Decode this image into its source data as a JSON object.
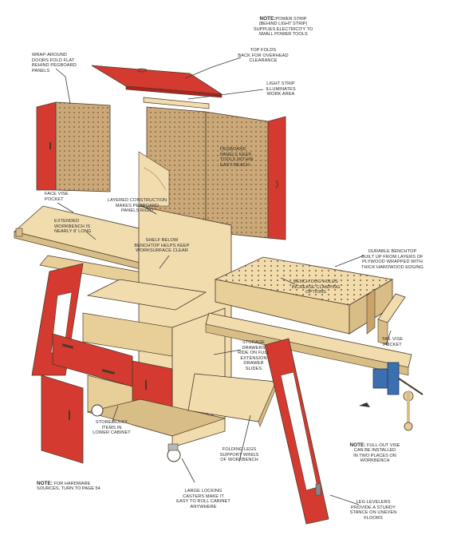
{
  "colors": {
    "red_panel": "#d43a2f",
    "red_dark": "#a8261f",
    "plywood": "#f1dcae",
    "plywood_edge": "#d9bd86",
    "pegboard": "#caa878",
    "pegboard_holes": "#7a5a36",
    "vise_blue": "#3b6fb0",
    "outline": "#4a3a2a"
  },
  "notes": [
    {
      "label": "NOTE:",
      "text": "POWER STRIP\n(BEHIND LIGHT STRIP)\nSUPPLIES ELECTRICITY TO\nSMALL POWER TOOLS"
    },
    {
      "label": "NOTE:",
      "text": " FOR HARDWARE\nSOURCES, TURN TO PAGE 54"
    },
    {
      "label": "NOTE:",
      "text": " FULL-OUT VISE\nCAN BE INSTALLED\nIN TWO PLACES ON\nWORKBENCH"
    }
  ],
  "callouts": {
    "wrap_around_doors": "WRAP-AROUND\nDOORS FOLD FLAT\nBEHIND PEGBOARD\nPANELS",
    "top_folds": "TOP FOLDS\nBACK FOR OVERHEAD\nCLEARANCE",
    "light_strip": "LIGHT STRIP\nILLUMINATES\nWORK AREA",
    "pegboard_panels": "PEGBOARD\nPANELS KEEP\nTOOLS WITHIN\nEASY REACH",
    "face_vise": "FACE VISE\nPOCKET",
    "layered_construction": "LAYERED CONSTRUCTION\nMAKES PEGBOARD\nPANELS RIGID",
    "extended_workbench": "EXTENDED\nWORKBENCH IS\nNEARLY 8' LONG",
    "shelf_below": "SHELF BELOW\nBENCHTOP HELPS KEEP\nWORKSURFACE CLEAR",
    "durable_benchtop": "DURABLE BENCHTOP\nBUILT UP FROM LAYERS OF\nPLYWOOD WRAPPED WITH\nTHICK HARDWOOD EDGING",
    "bench_dog_holes": "BENCH DOG HOLES\nINCREASE CLAMPING\nOPTIONS",
    "tail_vise": "TAIL VISE\nPOCKET",
    "storage_drawers": "STORAGE\nDRAWERS\nRIDE ON FULL\nEXTENSION\nDRAWER\nSLIDES",
    "store_bulky": "STORE BULKY\nITEMS IN\nLOWER CABINET",
    "folding_legs": "FOLDING LEGS\nSUPPORT WINGS\nOF WORKBENCH",
    "large_casters": "LARGE LOCKING\nCASTERS MAKE IT\nEASY TO ROLL CABINET\nANYWHERE",
    "leg_levelers": "LEG LEVELERS\nPROVIDE A STURDY\nSTANCE ON UNEVEN\nFLOORS"
  }
}
